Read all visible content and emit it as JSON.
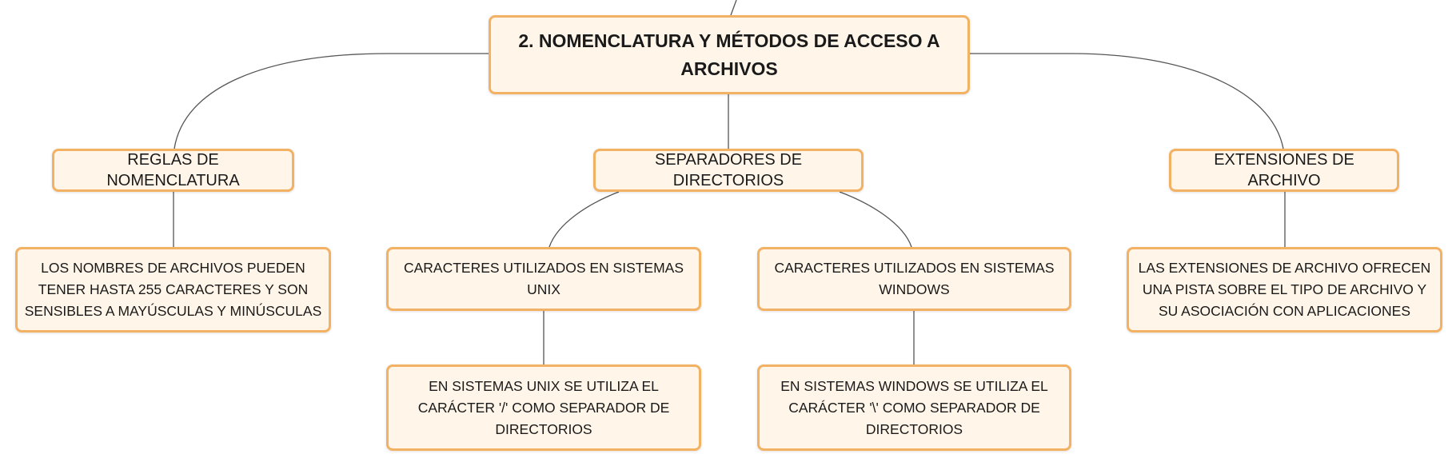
{
  "diagram": {
    "root": {
      "label": "2. NOMENCLATURA Y MÉTODOS DE ACCESO A ARCHIVOS"
    },
    "branches": {
      "reglas": {
        "label": "REGLAS DE NOMENCLATURA",
        "detail": "LOS NOMBRES DE ARCHIVOS PUEDEN TENER HASTA 255 CARACTERES Y SON SENSIBLES A MAYÚSCULAS Y MINÚSCULAS"
      },
      "separadores": {
        "label": "SEPARADORES DE DIRECTORIOS",
        "unix": {
          "label": "CARACTERES UTILIZADOS EN SISTEMAS UNIX",
          "detail": "EN SISTEMAS UNIX SE UTILIZA EL CARÁCTER '/' COMO SEPARADOR DE DIRECTORIOS"
        },
        "windows": {
          "label": "CARACTERES UTILIZADOS EN SISTEMAS WINDOWS",
          "detail": "EN SISTEMAS WINDOWS SE UTILIZA EL CARÁCTER '\\' COMO SEPARADOR DE DIRECTORIOS"
        }
      },
      "extensiones": {
        "label": "EXTENSIONES DE ARCHIVO",
        "detail": "LAS EXTENSIONES DE ARCHIVO OFRECEN UNA PISTA SOBRE EL TIPO DE ARCHIVO Y SU ASOCIACIÓN CON APLICACIONES"
      }
    },
    "colors": {
      "node_fill": "#fff5e9",
      "node_border": "#f3b164",
      "connector": "#555555"
    }
  }
}
